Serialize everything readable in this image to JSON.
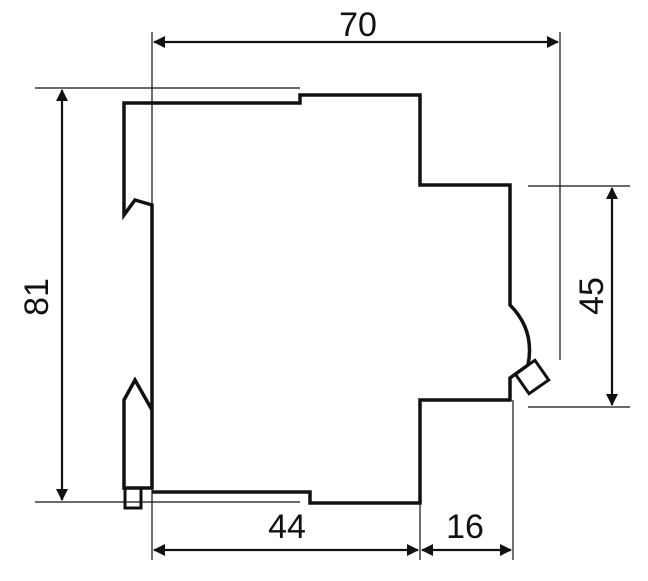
{
  "diagram": {
    "title": "",
    "units": "",
    "colors": {
      "stroke": "#111111",
      "background": "#ffffff"
    },
    "dimensions": {
      "overall_width": "70",
      "overall_height": "81",
      "front_height": "45",
      "body_depth": "44",
      "front_protrusion": "16"
    }
  }
}
